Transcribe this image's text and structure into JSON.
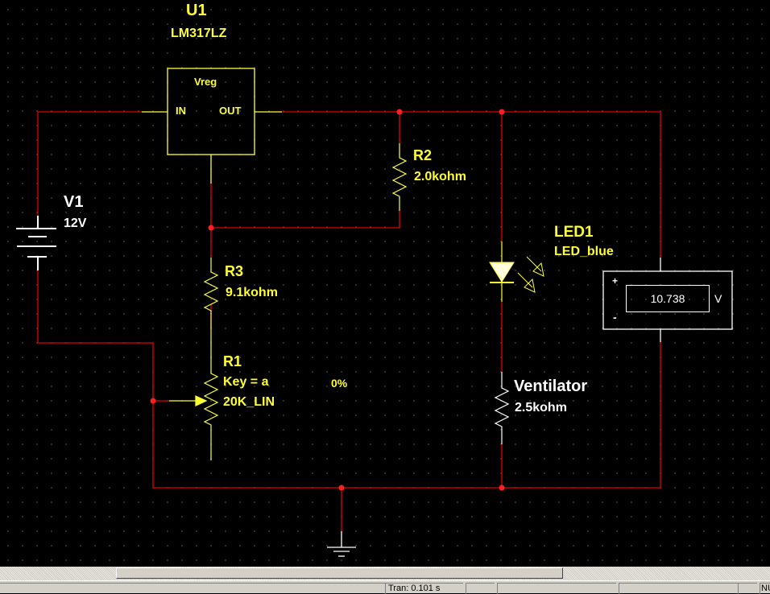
{
  "colors": {
    "wire": "#e00000",
    "component": "#ffff33",
    "label_white": "#ffffff",
    "background": "#000000"
  },
  "components": {
    "u1": {
      "ref": "U1",
      "model": "LM317LZ",
      "body_label": "Vreg",
      "pin_in": "IN",
      "pin_out": "OUT"
    },
    "v1": {
      "ref": "V1",
      "value": "12V"
    },
    "r2": {
      "ref": "R2",
      "value": "2.0kohm"
    },
    "r3": {
      "ref": "R3",
      "value": "9.1kohm"
    },
    "r1": {
      "ref": "R1",
      "key": "Key = a",
      "value": "20K_LIN",
      "setting": "0%"
    },
    "led1": {
      "ref": "LED1",
      "model": "LED_blue"
    },
    "ventilator": {
      "ref": "Ventilator",
      "value": "2.5kohm"
    },
    "voltmeter": {
      "plus": "+",
      "minus": "-",
      "reading": "10.738",
      "unit": "V"
    }
  },
  "statusbar": {
    "panes": [
      "",
      "Tran: 0.101 s",
      "",
      "",
      "",
      "",
      "NU"
    ]
  }
}
